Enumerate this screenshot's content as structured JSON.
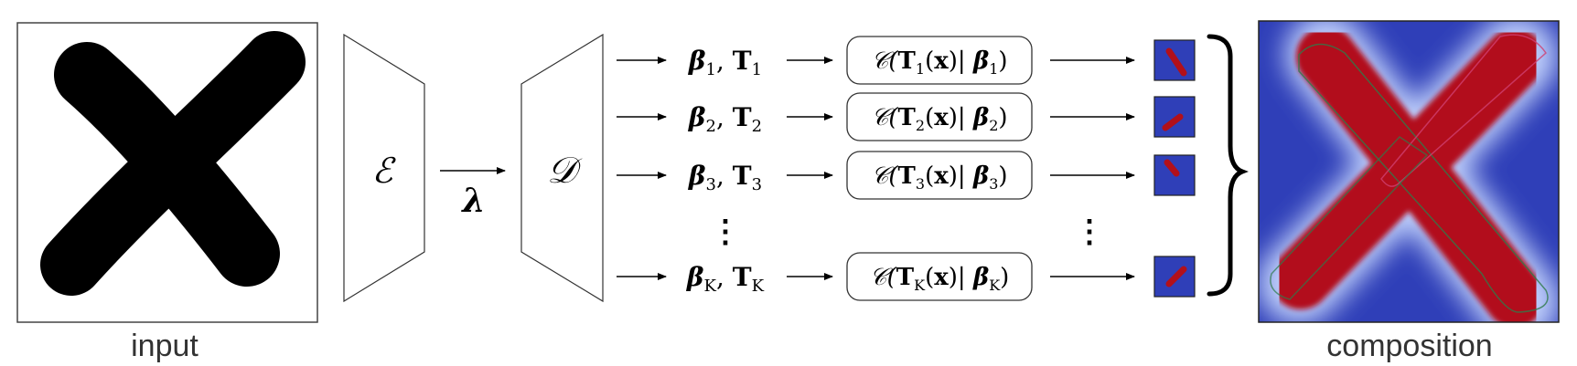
{
  "captions": {
    "input": "input",
    "composition": "composition"
  },
  "encoder": {
    "symbol": "ℰ"
  },
  "decoder": {
    "symbol": "𝒟"
  },
  "latent": {
    "symbol": "λ"
  },
  "rows": [
    {
      "beta_sub": "1",
      "T_sub": "1",
      "conv_T_sub": "1",
      "conv_beta_sub": "1",
      "part": "diag-up"
    },
    {
      "beta_sub": "2",
      "T_sub": "2",
      "conv_T_sub": "2",
      "conv_beta_sub": "2",
      "part": "short-down"
    },
    {
      "beta_sub": "3",
      "T_sub": "3",
      "conv_T_sub": "3",
      "conv_beta_sub": "3",
      "part": "short-up"
    },
    {
      "beta_sub": "K",
      "T_sub": "K",
      "conv_T_sub": "K",
      "conv_beta_sub": "K",
      "part": "short-down-right"
    }
  ],
  "ellipsis": "⋮",
  "colors": {
    "field_blue": "#2f3fb8",
    "shape_red": "#b2101a",
    "glow": "#c8d8ff",
    "outline": "#2f7a4a",
    "outline2": "#d04070"
  }
}
